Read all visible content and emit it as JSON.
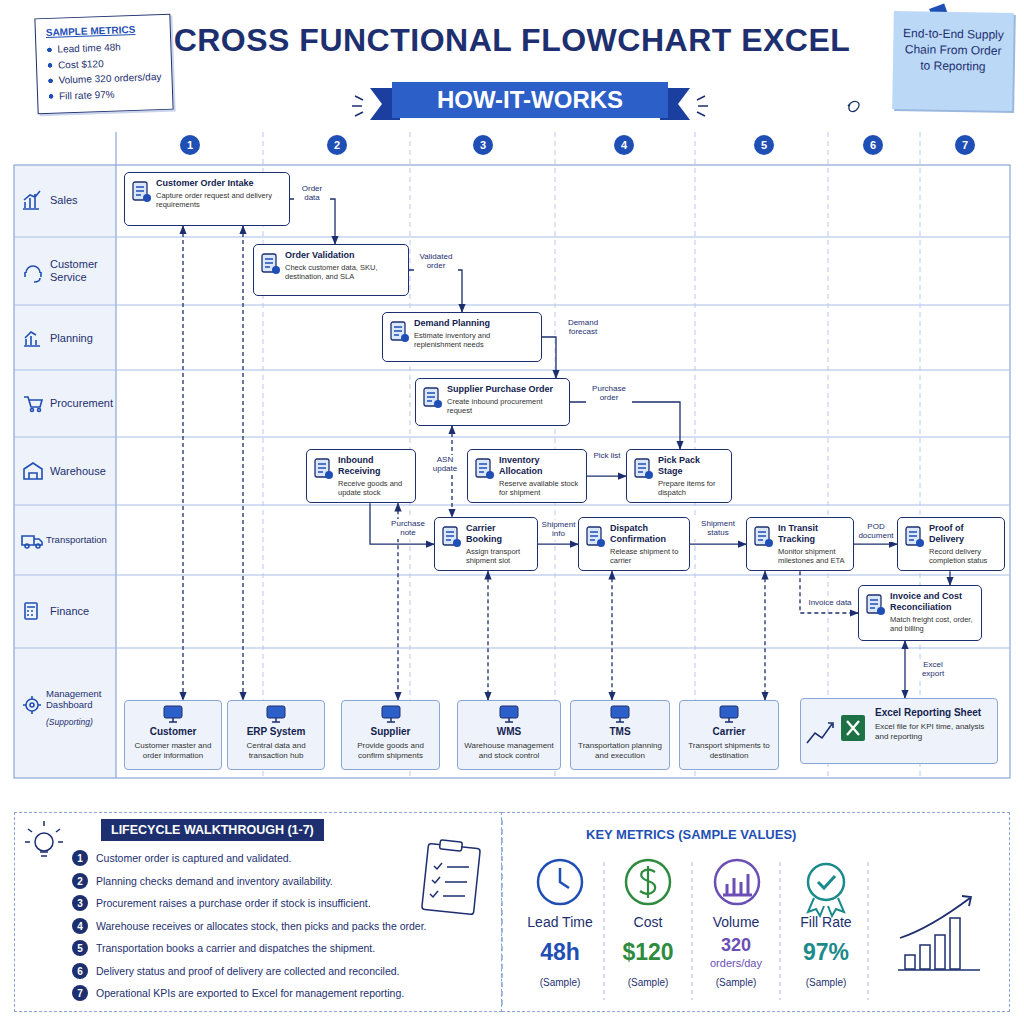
{
  "diagram": {
    "title": "CROSS FUNCTIONAL FLOWCHART EXCEL",
    "nodes": [
      {
        "text": [
          "SAMPLE METRICS",
          "Lead time 48h",
          "Cost $120",
          "Volume 320 orders/day",
          "Fill rate 97%"
        ]
      },
      {
        "text": [
          "End-to-End Supply Chain From Order to Reporting"
        ]
      },
      {
        "text": [
          "Customer Order Intake",
          "Capture order request and delivery requirements"
        ]
      },
      {
        "text": [
          "Order Validation",
          "Check customer data, SKU, destination, and SLA"
        ]
      },
      {
        "text": [
          "Demand Planning",
          "Estimate inventory and replenishment needs"
        ]
      },
      {
        "text": [
          "Supplier Purchase Order",
          "Create inbound procurement request"
        ]
      },
      {
        "text": [
          "Inbound Receiving",
          "Receive goods and update stock"
        ]
      },
      {
        "text": [
          "Inventory Allocation",
          "Reserve available stock for shipment"
        ]
      },
      {
        "text": [
          "Pick Pack Stage",
          "Prepare items for dispatch"
        ]
      },
      {
        "text": [
          "Carrier Booking",
          "Assign transport shipment slot"
        ]
      },
      {
        "text": [
          "Dispatch Confirmation",
          "Release shipment to carrier"
        ]
      },
      {
        "text": [
          "In Transit Tracking",
          "Monitor shipment milestones and ETA"
        ]
      },
      {
        "text": [
          "Proof of Delivery",
          "Record delivery completion status"
        ]
      },
      {
        "text": [
          "Invoice and Cost Reconciliation",
          "Match freight cost, order, and billing"
        ]
      },
      {
        "text": [
          "Customer",
          "Customer master and order information"
        ]
      },
      {
        "text": [
          "ERP System",
          "Central data and transaction hub"
        ]
      },
      {
        "text": [
          "Supplier",
          "Provide goods and confirm shipments"
        ]
      },
      {
        "text": [
          "WMS",
          "Warehouse management and stock control"
        ]
      },
      {
        "text": [
          "TMS",
          "Transportation planning and execution"
        ]
      },
      {
        "text": [
          "Carrier",
          "Transport shipments to destination"
        ]
      },
      {
        "text": [
          "Excel Reporting Sheet",
          "Excel file for KPI time, analysis and reporting"
        ]
      },
      {
        "text": [
          "LIFECYCLE WALKTHROUGH (1-7)"
        ]
      },
      {
        "text": [
          "KEY METRICS (SAMPLE VALUES)"
        ]
      }
    ],
    "edges": [
      {
        "from": 2,
        "to": 3,
        "label": "Order data",
        "arrow": "to"
      },
      {
        "from": 3,
        "to": 4,
        "label": "Validated order",
        "arrow": "to"
      },
      {
        "from": 4,
        "to": 5,
        "label": "Demand forecast",
        "arrow": "to"
      },
      {
        "from": 5,
        "to": 8,
        "label": "Purchase order",
        "arrow": "to"
      },
      {
        "from": 5,
        "to": 9,
        "label": "ASN update",
        "arrow": "both"
      },
      {
        "from": 7,
        "to": 8,
        "label": "Pick list",
        "arrow": "to"
      },
      {
        "from": 6,
        "to": 9,
        "label": "Purchase note",
        "arrow": "to"
      },
      {
        "from": 9,
        "to": 10,
        "label": "Shipment info",
        "arrow": "to"
      },
      {
        "from": 10,
        "to": 11,
        "label": "Shipment status",
        "arrow": "to"
      },
      {
        "from": 11,
        "to": 12,
        "label": "POD document",
        "arrow": "to"
      },
      {
        "from": 11,
        "to": 13,
        "label": "Invoice data",
        "arrow": "to"
      },
      {
        "from": 12,
        "to": 13,
        "arrow": "to"
      },
      {
        "from": 13,
        "to": 20,
        "label": "Excel export",
        "arrow": "both"
      },
      {
        "from": 2,
        "to": 14,
        "arrow": "both"
      },
      {
        "from": 2,
        "to": 15,
        "arrow": "both"
      },
      {
        "from": 6,
        "to": 16,
        "arrow": "both"
      },
      {
        "from": 9,
        "to": 17,
        "arrow": "both"
      },
      {
        "from": 10,
        "to": 18,
        "arrow": "both"
      },
      {
        "from": 11,
        "to": 19,
        "arrow": "both"
      }
    ],
    "labels": [
      "HOW-IT-WORKS",
      "1",
      "2",
      "3",
      "4",
      "5",
      "6",
      "7",
      "Sales",
      "Customer Service",
      "Planning",
      "Procurement",
      "Warehouse",
      "Transportation",
      "Finance",
      "Management Dashboard",
      "(Supporting)",
      "1",
      "2",
      "3",
      "4",
      "5",
      "6",
      "7",
      "Customer order is captured and validated.",
      "Planning checks demand and inventory availability.",
      "Procurement raises a purchase order if stock is insufficient.",
      "Warehouse receives or allocates stock, then picks and packs the order.",
      "Transportation books a carrier and dispatches the shipment.",
      "Delivery status and proof of delivery are collected and reconciled.",
      "Operational KPIs are exported to Excel for management reporting.",
      "Lead Time",
      "48h",
      "(Sample)",
      "Cost",
      "$120",
      "(Sample)",
      "Volume",
      "320",
      "orders/day",
      "(Sample)",
      "Fill Rate",
      "97%",
      "(Sample)"
    ]
  }
}
